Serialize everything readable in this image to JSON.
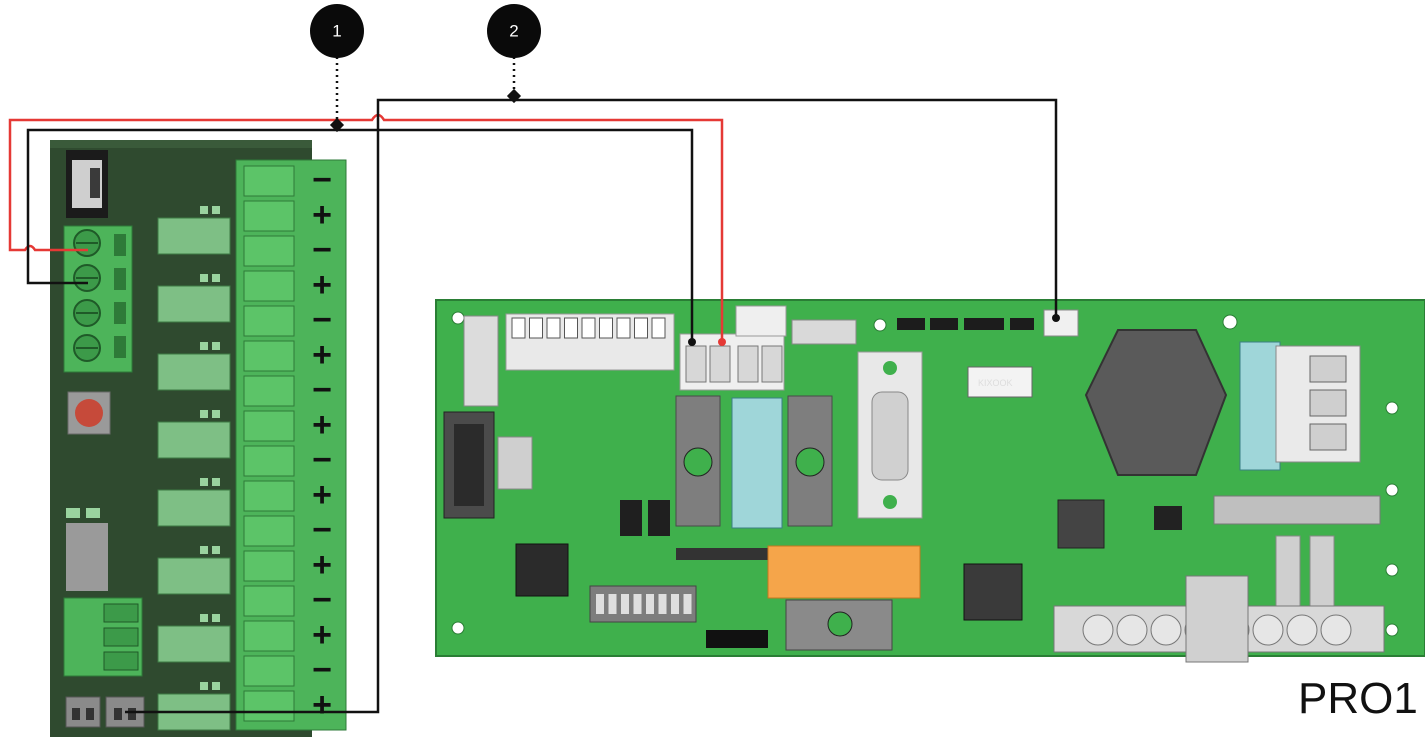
{
  "callouts": [
    {
      "number": "1",
      "target": "wire-pair-red-black"
    },
    {
      "number": "2",
      "target": "wire-black-single"
    }
  ],
  "board_label": "PRO1",
  "terminal_signs": {
    "minus": "−",
    "plus": "+"
  },
  "colors": {
    "left_board": "#2f4a2f",
    "main_board": "#3fb04c",
    "terminal_green": "#4db45a",
    "wire_red": "#e53935",
    "wire_black": "#111111",
    "relay_orange": "#f5a54a",
    "relay_blue": "#9fd6d9",
    "callout_fill": "#0a0a0a"
  }
}
